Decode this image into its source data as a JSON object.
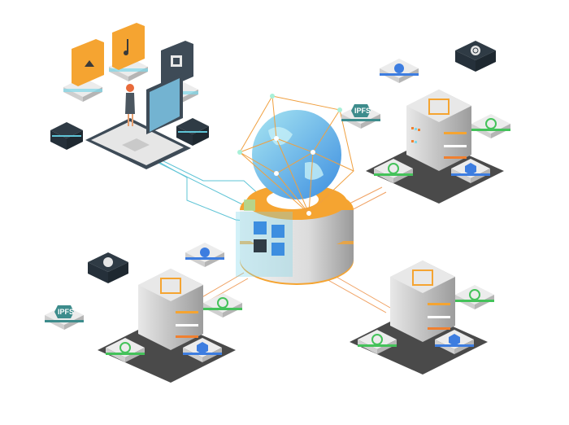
{
  "illustration": {
    "title": "Decentralized storage network",
    "colors": {
      "accent_orange": "#f5a431",
      "accent_blue": "#3d7de0",
      "accent_green": "#44c25a",
      "teal": "#3d8c8c",
      "cyan_line": "#5fc4d6",
      "orange_line": "#f0a060",
      "dark_tile": "#2f3b45",
      "light_tile": "#e6e6e6",
      "globe_light": "#9fdff0",
      "globe_dark": "#4f9be0"
    },
    "labels": {
      "ipfs_top": "IPFS",
      "ipfs_left": "IPFS"
    },
    "icons": {
      "folders": [
        "image-folder",
        "music-folder",
        "video-folder"
      ],
      "tiles": [
        "filecoin-icon",
        "storj-icon",
        "sia-icon",
        "arweave-icon",
        "swarm-icon",
        "ipfs-icon"
      ]
    }
  }
}
